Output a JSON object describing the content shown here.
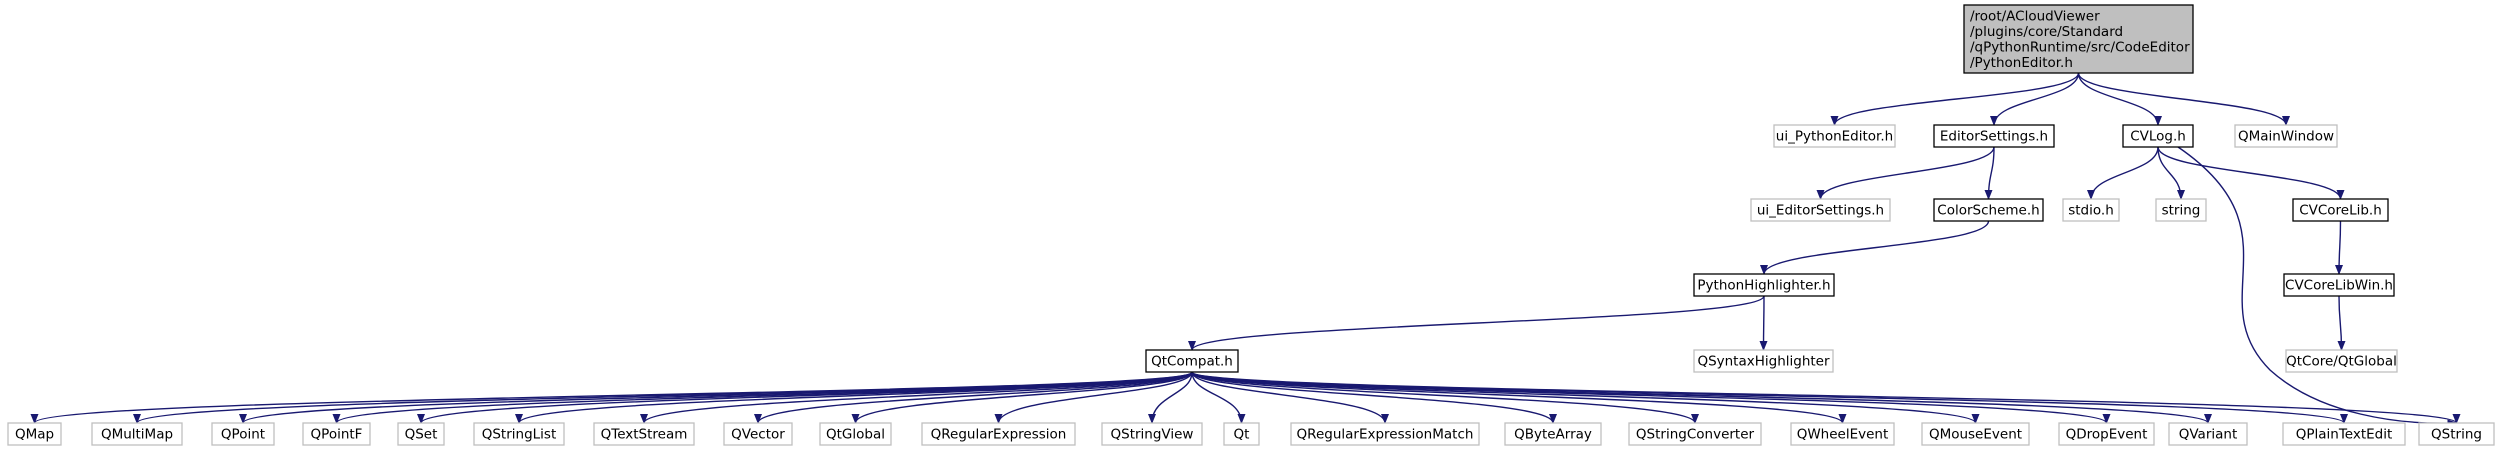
{
  "diagram": {
    "colors": {
      "edge": "#191970",
      "root_fill": "#bfbfbf",
      "root_stroke": "#000000",
      "internal_fill": "#ffffff",
      "internal_stroke": "#000000",
      "external_stroke": "#bfbfbf",
      "text": "#000000"
    },
    "nodes": [
      {
        "id": "root",
        "kind": "root",
        "lines": [
          "/root/ACloudViewer",
          "/plugins/core/Standard",
          "/qPythonRuntime/src/CodeEditor",
          "/PythonEditor.h"
        ]
      },
      {
        "id": "ui_pe",
        "kind": "external",
        "lines": [
          "ui_PythonEditor.h"
        ]
      },
      {
        "id": "editor_settings",
        "kind": "internal",
        "lines": [
          "EditorSettings.h"
        ]
      },
      {
        "id": "cvlog",
        "kind": "internal",
        "lines": [
          "CVLog.h"
        ]
      },
      {
        "id": "qmainwindow",
        "kind": "external",
        "lines": [
          "QMainWindow"
        ]
      },
      {
        "id": "ui_es",
        "kind": "external",
        "lines": [
          "ui_EditorSettings.h"
        ]
      },
      {
        "id": "colorscheme",
        "kind": "internal",
        "lines": [
          "ColorScheme.h"
        ]
      },
      {
        "id": "stdio",
        "kind": "external",
        "lines": [
          "stdio.h"
        ]
      },
      {
        "id": "string",
        "kind": "external",
        "lines": [
          "string"
        ]
      },
      {
        "id": "cvcorelib",
        "kind": "internal",
        "lines": [
          "CVCoreLib.h"
        ]
      },
      {
        "id": "pyhl",
        "kind": "internal",
        "lines": [
          "PythonHighlighter.h"
        ]
      },
      {
        "id": "cvcorelibwin",
        "kind": "internal",
        "lines": [
          "CVCoreLibWin.h"
        ]
      },
      {
        "id": "qtcompat",
        "kind": "internal",
        "lines": [
          "QtCompat.h"
        ]
      },
      {
        "id": "qsyntaxhl",
        "kind": "external",
        "lines": [
          "QSyntaxHighlighter"
        ]
      },
      {
        "id": "qtcoreglobal",
        "kind": "external",
        "lines": [
          "QtCore/QtGlobal"
        ]
      },
      {
        "id": "qmap",
        "kind": "external",
        "lines": [
          "QMap"
        ]
      },
      {
        "id": "qmultimap",
        "kind": "external",
        "lines": [
          "QMultiMap"
        ]
      },
      {
        "id": "qpoint",
        "kind": "external",
        "lines": [
          "QPoint"
        ]
      },
      {
        "id": "qpointf",
        "kind": "external",
        "lines": [
          "QPointF"
        ]
      },
      {
        "id": "qset",
        "kind": "external",
        "lines": [
          "QSet"
        ]
      },
      {
        "id": "qstringlist",
        "kind": "external",
        "lines": [
          "QStringList"
        ]
      },
      {
        "id": "qtextstream",
        "kind": "external",
        "lines": [
          "QTextStream"
        ]
      },
      {
        "id": "qvector",
        "kind": "external",
        "lines": [
          "QVector"
        ]
      },
      {
        "id": "qtglobal",
        "kind": "external",
        "lines": [
          "QtGlobal"
        ]
      },
      {
        "id": "qregexp",
        "kind": "external",
        "lines": [
          "QRegularExpression"
        ]
      },
      {
        "id": "qstringview",
        "kind": "external",
        "lines": [
          "QStringView"
        ]
      },
      {
        "id": "qt",
        "kind": "external",
        "lines": [
          "Qt"
        ]
      },
      {
        "id": "qregexpmatch",
        "kind": "external",
        "lines": [
          "QRegularExpressionMatch"
        ]
      },
      {
        "id": "qbytearray",
        "kind": "external",
        "lines": [
          "QByteArray"
        ]
      },
      {
        "id": "qstringconv",
        "kind": "external",
        "lines": [
          "QStringConverter"
        ]
      },
      {
        "id": "qwheelevent",
        "kind": "external",
        "lines": [
          "QWheelEvent"
        ]
      },
      {
        "id": "qmouseevent",
        "kind": "external",
        "lines": [
          "QMouseEvent"
        ]
      },
      {
        "id": "qdropevent",
        "kind": "external",
        "lines": [
          "QDropEvent"
        ]
      },
      {
        "id": "qvariant",
        "kind": "external",
        "lines": [
          "QVariant"
        ]
      },
      {
        "id": "qplaintextedit",
        "kind": "external",
        "lines": [
          "QPlainTextEdit"
        ]
      },
      {
        "id": "qstring",
        "kind": "external",
        "lines": [
          "QString"
        ]
      }
    ],
    "edges": [
      [
        "root",
        "ui_pe"
      ],
      [
        "root",
        "editor_settings"
      ],
      [
        "root",
        "cvlog"
      ],
      [
        "root",
        "qmainwindow"
      ],
      [
        "editor_settings",
        "ui_es"
      ],
      [
        "editor_settings",
        "colorscheme"
      ],
      [
        "cvlog",
        "stdio"
      ],
      [
        "cvlog",
        "string"
      ],
      [
        "cvlog",
        "cvcorelib"
      ],
      [
        "cvlog",
        "qstring"
      ],
      [
        "colorscheme",
        "pyhl"
      ],
      [
        "cvcorelib",
        "cvcorelibwin"
      ],
      [
        "pyhl",
        "qtcompat"
      ],
      [
        "pyhl",
        "qsyntaxhl"
      ],
      [
        "cvcorelibwin",
        "qtcoreglobal"
      ],
      [
        "qtcompat",
        "qmap"
      ],
      [
        "qtcompat",
        "qmultimap"
      ],
      [
        "qtcompat",
        "qpoint"
      ],
      [
        "qtcompat",
        "qpointf"
      ],
      [
        "qtcompat",
        "qset"
      ],
      [
        "qtcompat",
        "qstringlist"
      ],
      [
        "qtcompat",
        "qtextstream"
      ],
      [
        "qtcompat",
        "qvector"
      ],
      [
        "qtcompat",
        "qtglobal"
      ],
      [
        "qtcompat",
        "qregexp"
      ],
      [
        "qtcompat",
        "qstringview"
      ],
      [
        "qtcompat",
        "qt"
      ],
      [
        "qtcompat",
        "qregexpmatch"
      ],
      [
        "qtcompat",
        "qbytearray"
      ],
      [
        "qtcompat",
        "qstringconv"
      ],
      [
        "qtcompat",
        "qwheelevent"
      ],
      [
        "qtcompat",
        "qmouseevent"
      ],
      [
        "qtcompat",
        "qdropevent"
      ],
      [
        "qtcompat",
        "qvariant"
      ],
      [
        "qtcompat",
        "qplaintextedit"
      ],
      [
        "qtcompat",
        "qstring"
      ]
    ]
  }
}
